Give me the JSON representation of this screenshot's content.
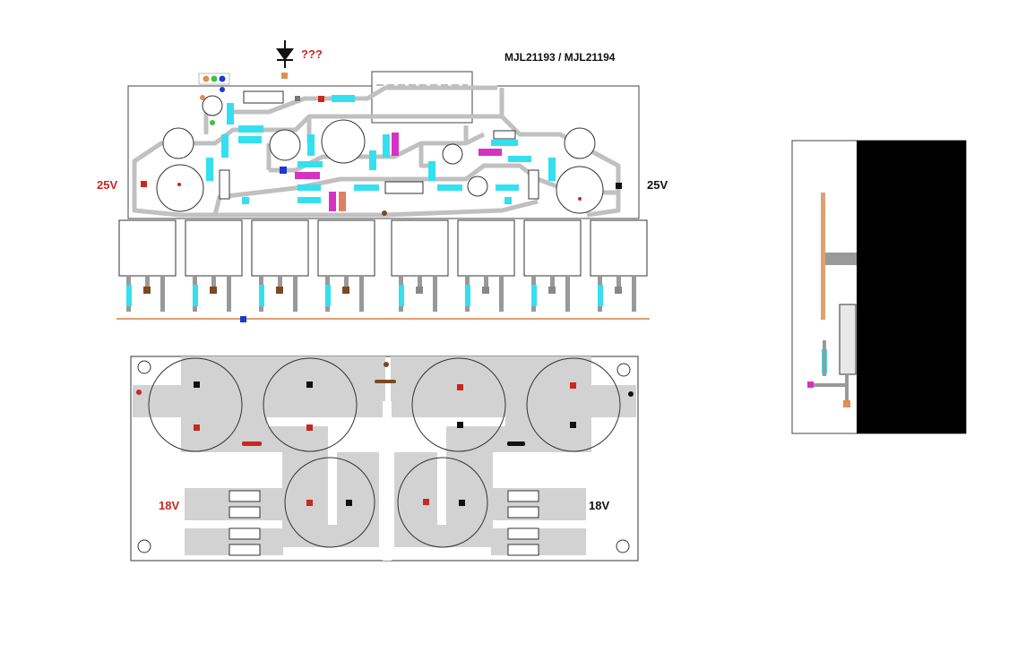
{
  "labels": {
    "transistor_pair": "MJL21193 / MJL21194",
    "unknown_part": "???",
    "rail_left": "25V",
    "rail_right": "25V",
    "supply_left": "18V",
    "supply_right": "18V"
  },
  "colors": {
    "trace": "#c0c0c0",
    "copper": "#d2d2d2",
    "resistor": "#33e0f0",
    "capacitor": "#d632c4",
    "bus": "#e0a070",
    "pad_red": "#c8281e",
    "pad_black": "#111111",
    "pad_brown": "#7a4a20",
    "pad_blue": "#1a3ad0",
    "heatsink": "#000000"
  }
}
